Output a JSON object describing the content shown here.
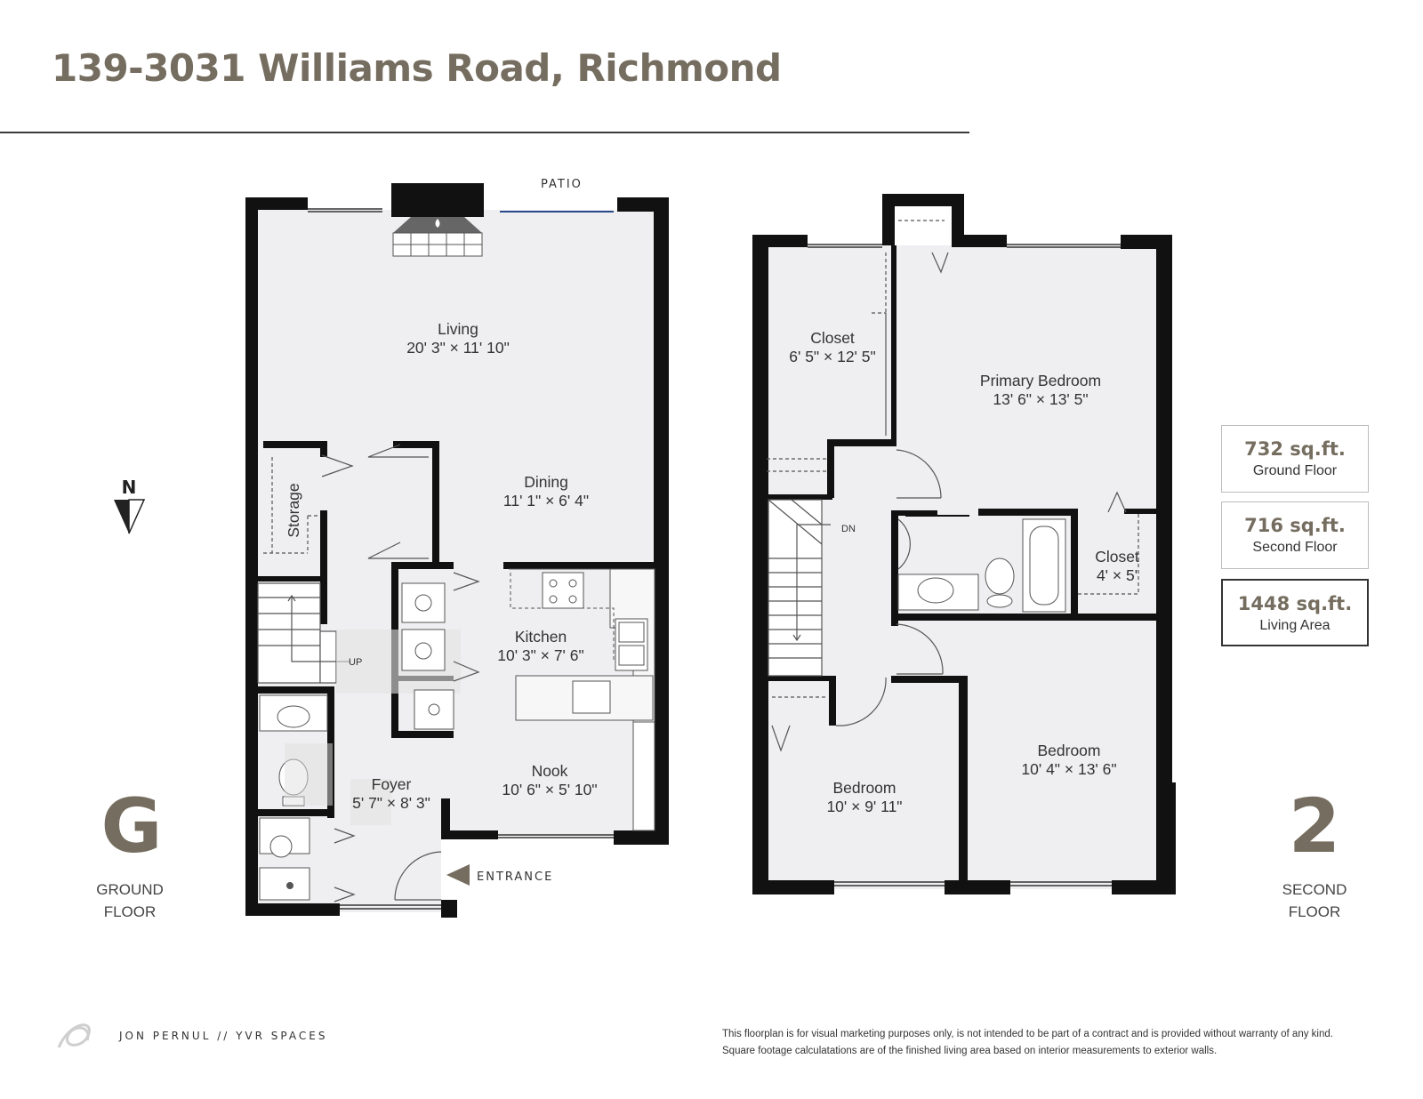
{
  "header": {
    "title": "139-3031 Williams Road, Richmond"
  },
  "ground_floor": {
    "letter": "G",
    "name": "GROUND\nFLOOR",
    "patio_label": "PATIO",
    "entrance_label": "ENTRANCE",
    "stair_label": "UP",
    "rooms": [
      {
        "name": "Living",
        "dims": "20' 3\" × 11' 10\""
      },
      {
        "name": "Dining",
        "dims": "11' 1\" × 6' 4\""
      },
      {
        "name": "Kitchen",
        "dims": "10' 3\" × 7' 6\""
      },
      {
        "name": "Nook",
        "dims": "10' 6\" × 5' 10\""
      },
      {
        "name": "Foyer",
        "dims": "5' 7\" × 8' 3\""
      },
      {
        "name": "Storage",
        "dims": ""
      }
    ]
  },
  "second_floor": {
    "letter": "2",
    "name": "SECOND\nFLOOR",
    "stair_label": "DN",
    "rooms": [
      {
        "name": "Closet",
        "dims": "6' 5\" × 12' 5\""
      },
      {
        "name": "Primary Bedroom",
        "dims": "13' 6\" × 13' 5\""
      },
      {
        "name": "Closet",
        "dims": "4' × 5'"
      },
      {
        "name": "Bedroom",
        "dims": "10' 4\" × 13' 6\""
      },
      {
        "name": "Bedroom",
        "dims": "10' × 9' 11\""
      }
    ]
  },
  "compass": {
    "label": "N"
  },
  "areas": [
    {
      "value": "732 sq.ft.",
      "label": "Ground Floor"
    },
    {
      "value": "716 sq.ft.",
      "label": "Second Floor"
    },
    {
      "value": "1448 sq.ft.",
      "label": "Living Area"
    }
  ],
  "footer": {
    "brand": "JON PERNUL // YVR SPACES",
    "disclaimer_line1": "This floorplan is for visual marketing purposes only, is not intended to be part of a contract and is provided without warranty of any kind.",
    "disclaimer_line2": "Square footage calculatations are of the finished living area based on interior measurements to exterior walls."
  },
  "colors": {
    "accent": "#756d5f",
    "floor_fill": "#efeff1",
    "wall": "#111111"
  }
}
